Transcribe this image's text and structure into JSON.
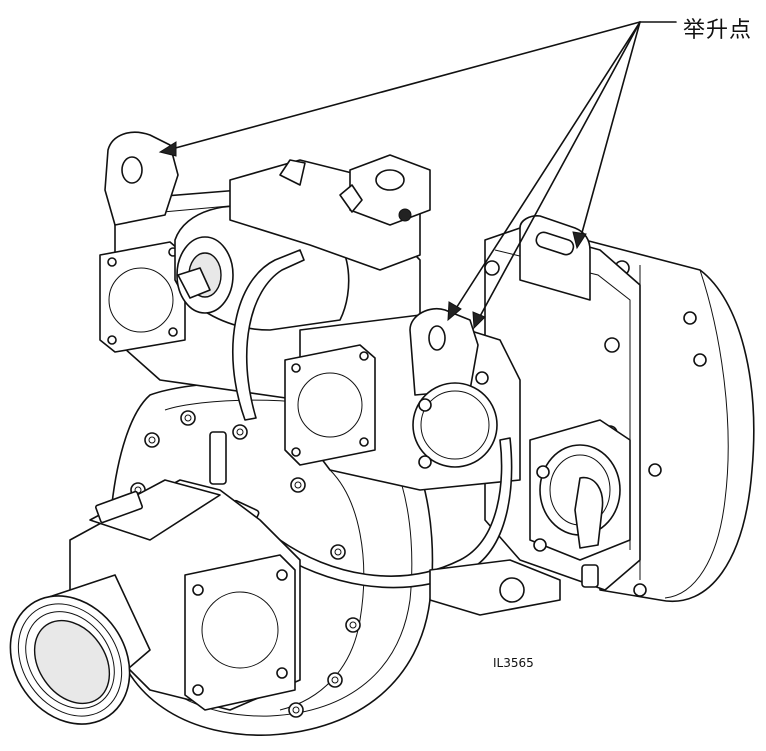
{
  "callout": {
    "label": "举升点",
    "target_count": 4
  },
  "figure": {
    "id": "IL3565"
  }
}
